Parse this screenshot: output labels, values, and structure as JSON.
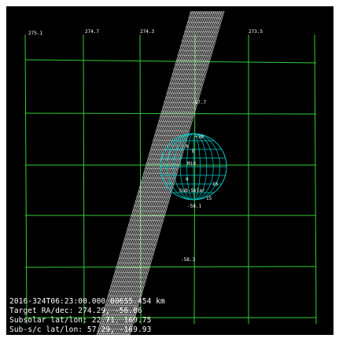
{
  "ra_labels": [
    "275.1",
    "274.7",
    "274.3",
    "273.5"
  ],
  "dec_labels": [
    "-57.7",
    "-58.1",
    "-58.3"
  ],
  "planet": {
    "labels": [
      "+30",
      "N",
      "E",
      "Mid",
      "0",
      "15",
      "15",
      "Sub-Solar"
    ]
  },
  "readout": {
    "time_range": "2016-324T06:23:00.000",
    "range_km": "80655.454 km",
    "target_radec": "Target RA/dec: 274.29, -56.86",
    "subsolar": "Subsolar lat/lon: 22.71, 169.75",
    "subspacecraft": "Sub-s/c lat/lon: 57.29, -169.93"
  },
  "colors": {
    "background": "#000000",
    "grid": "#33cc33",
    "planet_grid": "#00cccc",
    "footprint": "#ffffff",
    "text": "#ffffff"
  }
}
